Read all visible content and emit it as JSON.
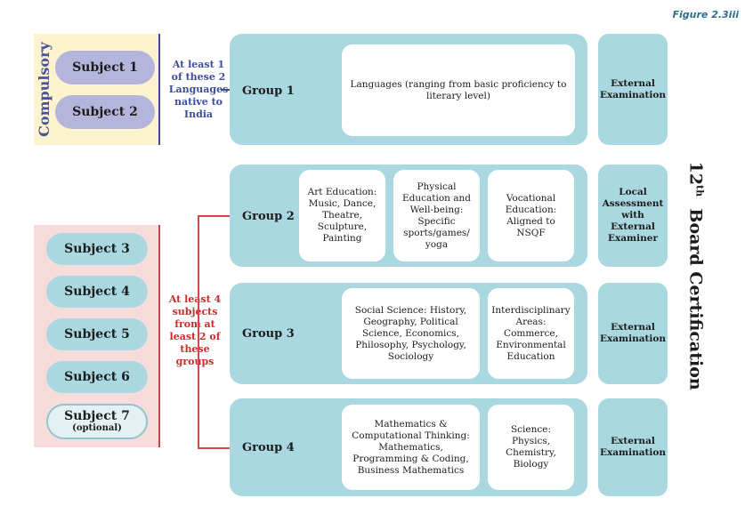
{
  "figure_label": "Figure 2.3iii",
  "compulsory": {
    "label": "Compulsory",
    "subjects": [
      "Subject 1",
      "Subject 2"
    ],
    "note": "At least 1 of these 2 Languages native to India"
  },
  "electives": {
    "subjects": [
      "Subject 3",
      "Subject 4",
      "Subject 5",
      "Subject 6"
    ],
    "optional_subject": "Subject 7",
    "optional_tag": "(optional)",
    "note": "At least 4 subjects from at least 2 of these groups"
  },
  "groups": [
    {
      "name": "Group 1",
      "cards": [
        "Languages (ranging from basic proficiency to literary level)"
      ]
    },
    {
      "name": "Group 2",
      "cards": [
        "Art Education: Music, Dance, Theatre, Sculpture, Painting",
        "Physical Education and Well-being: Specific sports/games/ yoga",
        "Vocational Education: Aligned to NSQF"
      ]
    },
    {
      "name": "Group 3",
      "cards": [
        "Social Science: History, Geography, Political Science, Economics, Philosophy, Psychology, Sociology",
        "Interdisciplinary Areas: Commerce, Environmental Education"
      ]
    },
    {
      "name": "Group 4",
      "cards": [
        "Mathematics & Computational Thinking: Mathematics, Programming & Coding, Business Mathematics",
        "Science: Physics, Chemistry, Biology"
      ]
    }
  ],
  "exams": [
    "External Examination",
    "Local Assessment with External Examiner",
    "External Examination",
    "External Examination"
  ],
  "side_title": {
    "number": "12",
    "superscript": "th",
    "text": "Board Certification"
  }
}
